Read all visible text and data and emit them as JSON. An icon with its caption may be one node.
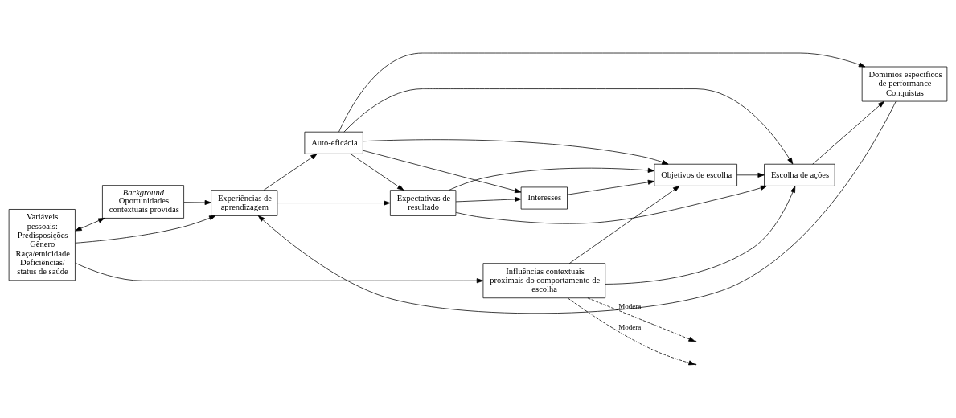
{
  "diagram": {
    "nodes": [
      {
        "text": [
          "Variáveis pessoais: Predisposições Gênero Raça/etnicidade Deficiências/ status de saúde"
        ]
      },
      {
        "text": [
          "Background",
          "Oportunidades contextuais providas"
        ]
      },
      {
        "text": [
          "Experiências de aprendizagem"
        ]
      },
      {
        "text": [
          "Auto-eficácia"
        ]
      },
      {
        "text": [
          "Expectativas de resultado"
        ]
      },
      {
        "text": [
          "Interesses"
        ]
      },
      {
        "text": [
          "Influências contextuais proximais do comportamento de escolha"
        ]
      },
      {
        "text": [
          "Objetivos de escolha"
        ]
      },
      {
        "text": [
          "Escolha de ações"
        ]
      },
      {
        "text": [
          "Domínios específicos de performance Conquistas"
        ]
      }
    ],
    "edges": [
      {
        "from": 0,
        "to": 6,
        "arrow": "to"
      },
      {
        "from": 0,
        "to": 2,
        "arrow": "to"
      },
      {
        "from": 0,
        "to": 1,
        "arrow": "both"
      },
      {
        "from": 1,
        "to": 2,
        "arrow": "to"
      },
      {
        "from": 2,
        "to": 3,
        "arrow": "to"
      },
      {
        "from": 2,
        "to": 4,
        "arrow": "to"
      },
      {
        "from": 3,
        "to": 4,
        "arrow": "to"
      },
      {
        "from": 3,
        "to": 5,
        "arrow": "to"
      },
      {
        "from": 3,
        "to": 7,
        "arrow": "to"
      },
      {
        "from": 3,
        "to": 8,
        "arrow": "to"
      },
      {
        "from": 3,
        "to": 9,
        "arrow": "to"
      },
      {
        "from": 4,
        "to": 5,
        "arrow": "to"
      },
      {
        "from": 4,
        "to": 7,
        "arrow": "to"
      },
      {
        "from": 4,
        "to": 8,
        "arrow": "to"
      },
      {
        "from": 5,
        "to": 7,
        "arrow": "to"
      },
      {
        "from": 6,
        "to": 7,
        "arrow": "to"
      },
      {
        "from": 6,
        "to": 8,
        "arrow": "to"
      },
      {
        "from": 7,
        "to": 8,
        "arrow": "to"
      },
      {
        "from": 8,
        "to": 9,
        "arrow": "to"
      },
      {
        "from": 9,
        "to": 2,
        "arrow": "to"
      },
      {
        "from": 6,
        "to": null,
        "arrow": "to",
        "label": "Modera",
        "style": "dashed"
      },
      {
        "from": 6,
        "to": null,
        "arrow": "to",
        "label": "Modera",
        "style": "dashed"
      }
    ]
  }
}
